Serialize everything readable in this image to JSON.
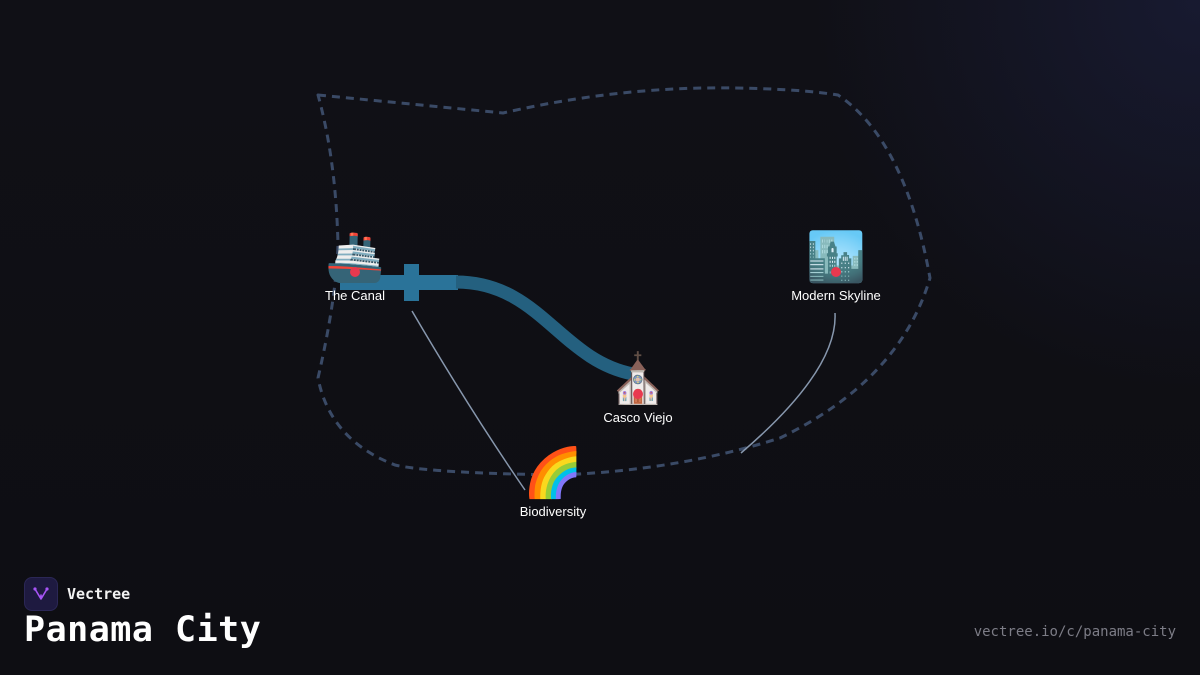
{
  "brand": {
    "name": "Vectree",
    "logo_icon": "vectree-tree-logo",
    "accent_color": "#a855f7"
  },
  "title": "Panama City",
  "url": "vectree.io/c/panama-city",
  "map": {
    "boundary_color": "#3a4a66",
    "canal_color": "#2a7399",
    "connector_color": "#8797ad",
    "pin_color": "#e8394f",
    "points": [
      {
        "id": "the-canal",
        "label": "The Canal",
        "icon": "cruise-ship-icon",
        "emoji": "🚢",
        "has_pin": true
      },
      {
        "id": "modern-skyline",
        "label": "Modern Skyline",
        "icon": "cityscape-icon",
        "emoji": "🏙️",
        "has_pin": true
      },
      {
        "id": "casco-viejo",
        "label": "Casco Viejo",
        "icon": "church-icon",
        "emoji": "⛪",
        "has_pin": true
      },
      {
        "id": "biodiversity",
        "label": "Biodiversity",
        "icon": "rainbow-icon",
        "emoji": "🌈",
        "has_pin": false
      }
    ]
  }
}
